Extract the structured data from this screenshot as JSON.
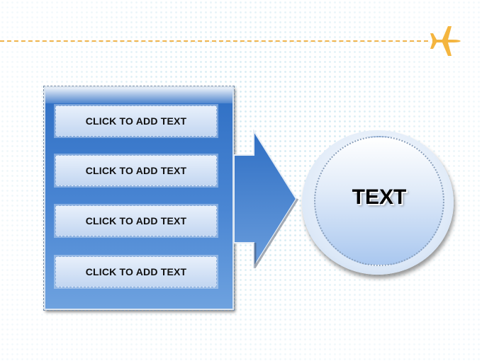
{
  "header": {
    "accent_color": "#f0b44c",
    "icon": "airplane-icon"
  },
  "panel": {
    "items": [
      {
        "label": "CLICK TO ADD TEXT"
      },
      {
        "label": "CLICK TO ADD TEXT"
      },
      {
        "label": "CLICK TO ADD TEXT"
      },
      {
        "label": "CLICK TO ADD TEXT"
      }
    ],
    "fill_color": "#3a78cb"
  },
  "arrow": {
    "direction": "right",
    "color": "#3f7bcf"
  },
  "circle": {
    "label": "TEXT"
  }
}
